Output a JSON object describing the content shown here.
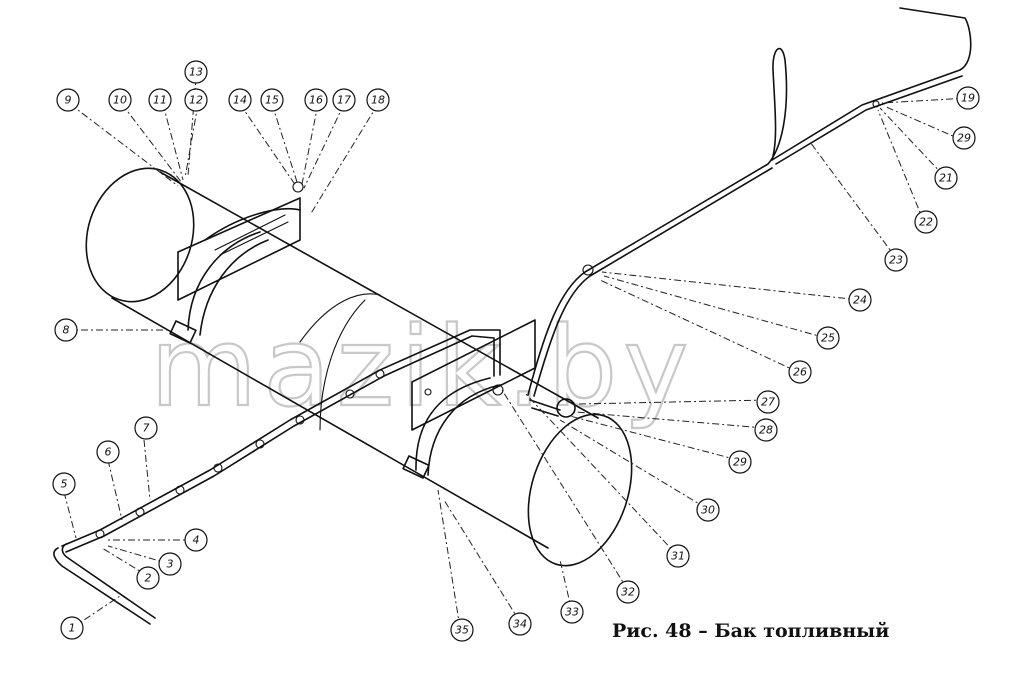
{
  "caption": "Рис. 48 – Бак топливный",
  "watermark": "mazik.by",
  "callouts": [
    "1",
    "2",
    "3",
    "4",
    "5",
    "6",
    "7",
    "8",
    "9",
    "10",
    "11",
    "12",
    "13",
    "14",
    "15",
    "16",
    "17",
    "18",
    "19",
    "21",
    "22",
    "23",
    "24",
    "25",
    "26",
    "27",
    "28",
    "29",
    "29",
    "30",
    "31",
    "32",
    "33",
    "34",
    "35"
  ]
}
